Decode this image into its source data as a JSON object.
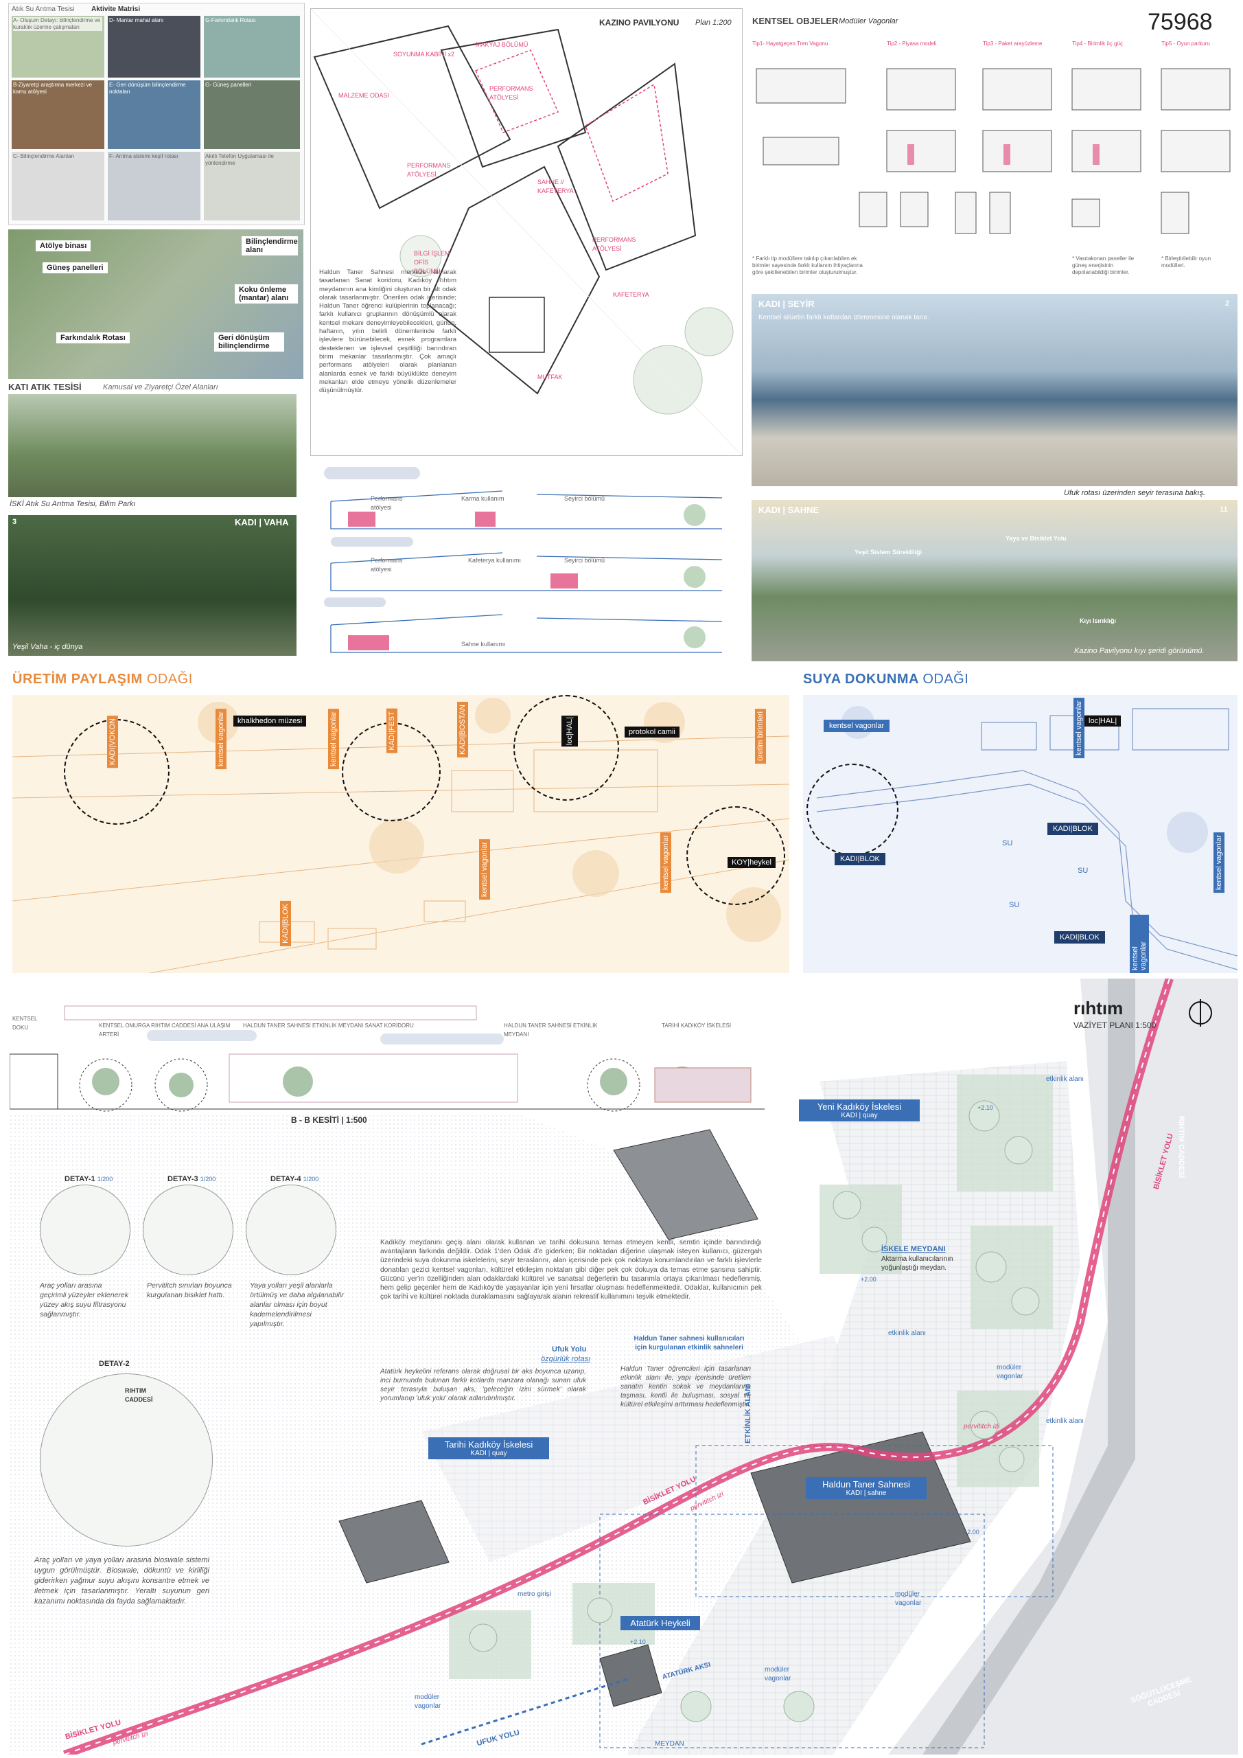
{
  "project_number": "75968",
  "activity": {
    "header_left": "Atık Su Arıtma Tesisi",
    "header_right": "Aktivite Matrisi",
    "cells": [
      "A- Oluşum Detayı: bilinçlendirme ve kuraklık üzerine çalışmaları",
      "D- Mantar mahal alanı",
      "G-Farkındalık Rotası",
      "B-Ziyaretçi araştırma merkezi ve kamu atölyesi",
      "E- Geri dönüşüm bilinçlendirme noktaları",
      "G- Güneş panelleri",
      "C- Bilinçlendirme Alanları",
      "F- Arıtma sistemi keşif rotası",
      "Akıllı Telefon Uygulaması ile yönlendirme"
    ],
    "plan_labels": [
      "Atölye binası",
      "Güneş panelleri",
      "Bilinçlendirme alanı",
      "Koku önleme (mantar) alanı",
      "Geri dönüşüm bilinçlendirme",
      "Farkındalık Rotası"
    ],
    "kati_title": "KATI ATIK TESİSİ",
    "kati_sub": "Kamusal ve Ziyaretçi Özel Alanları",
    "iski_caption": "İSKİ Atık Su Arıtma Tesisi, Bilim Parkı",
    "vaha_num": "3",
    "vaha_title": "KADI | VAHA",
    "vaha_caption": "Yeşil Vaha - iç dünya"
  },
  "pavilion": {
    "title": "KAZINO PAVILYONU",
    "scale": "Plan 1:200",
    "labels": [
      "SOYUNMA KABİNİ x2",
      "MAKYAJ BÖLÜMÜ",
      "MALZEME ODASI",
      "PERFORMANS ATÖLYESİ",
      "PERFORMANS ATÖLYESİ",
      "SAHNE // KAFETERYA",
      "PERFORMANS ATÖLYESİ",
      "KAFETERYA",
      "MUTFAK",
      "BİLGİ İŞLEM OFİS BÖLÜMÜ"
    ],
    "description": "Haldun Taner Sahnesi merkeze alınarak tasarlanan Sanat koridoru, Kadıköy Rıhtım meydanının ana kimliğini oluşturan bir alt odak olarak tasarlanmıştır. Önerilen odak içerisinde; Haldun Taner öğrenci kulüplerinin toplanacağı; farklı kullanıcı gruplarının dönüşümlü olarak kentsel mekanı deneyimleyebilecekleri, günün, haftanın, yılın belirli dönemlerinde farklı işlevlere bürünebilecek, esnek programlara desteklenen ve işlevsel çeşitliliği barındıran birim mekanlar tasarlanmıştır. Çok amaçlı performans atölyeleri olarak planlanan alanlarda esnek ve farklı büyüklükte deneyim mekanları elde etmeye yönelik düzenlemeler düşünülmüştür.",
    "section_labels": [
      "Performans atölyesi",
      "Karma kullanım",
      "Seyirci bölümü",
      "Performans atölyesi",
      "Kafeterya kullanımı",
      "Seyirci bölümü",
      "Sahne kullanımı"
    ]
  },
  "kentsel": {
    "title": "KENTSEL OBJELER",
    "sub": "Modüler Vagonlar",
    "types": [
      "Tip1- Hayatgeçen Tren Vagonu",
      "Tip2 - Piyasa modeli",
      "Tip3 - Paket arayüzleme",
      "Tip4 - Birimlik üç güç",
      "Tip5 - Oyun parkuru"
    ],
    "notes": [
      "* Farklı tip modüllere takılıp çıkarılabilen ek birimler sayesinde farklı kullanım ihtiyaçlarına göre şekillenebilen birimler oluşturulmuştur.",
      "* Vasıtakonan paneller ile güneş enerjisinin depolanabildiği birimler.",
      "* Birleştirilebilir oyun modülleri."
    ]
  },
  "seyir": {
    "title": "KADI | SEYİR",
    "num": "2",
    "sub": "Kentsel silüetin farklı kotlardan izlenmesine olanak tanır.",
    "caption": "Ufuk rotası üzerinden seyir terasına bakış."
  },
  "sahne": {
    "title": "KADI | SAHNE",
    "num": "11",
    "notes": [
      "Yeşil Sistem Sürekliliği",
      "Yaya ve Bisiklet Yolu",
      "Kıyı Isırıklığı"
    ],
    "caption": "Kazino Pavilyonu kıyı şeridi görünümü."
  },
  "uretim": {
    "title_a": "ÜRETİM PAYLAŞIM",
    "title_b": "ODAĞI",
    "tags": [
      "khalkhedon müzesi",
      "protokol camii",
      "KOY|heykel",
      "loc|HAL|"
    ],
    "vtags": [
      "KADI|VOKON",
      "kentsel vagonlar",
      "kentsel vagonlar",
      "KADI|FEST",
      "KADI|BOSTAN",
      "üretim birimleri",
      "kentsel vagonlar",
      "kentsel vagonlar",
      "KADI|BLOK"
    ]
  },
  "suya": {
    "title_a": "SUYA DOKUNMA",
    "title_b": "ODAĞI",
    "tags": [
      "kentsel vagonlar",
      "loc|HAL|",
      "KADI|BLOK",
      "KADI|BLOK",
      "KADI|BLOK"
    ],
    "vtags": [
      "kentsel vagonlar",
      "kentsel vagonlar",
      "kentsel vagonlar"
    ],
    "su": [
      "SU",
      "SU",
      "SU"
    ]
  },
  "rihtim": {
    "title": "rıhtım",
    "scale": "VAZİYET PLANI 1:500",
    "section_title": "B - B KESİTİ | 1:500",
    "section_heads": [
      "KENTSEL DOKU",
      "KENTSEL OMURGA RIHTIM CADDESİ ANA ULAŞIM ARTERİ",
      "HALDUN TANER SAHNESİ ETKİNLİK MEYDANI SANAT KORİDORU",
      "HALDUN TANER SAHNESİ ETKİNLİK MEYDANI",
      "TARİHİ KADIKÖY İSKELESİ"
    ],
    "details": [
      {
        "title": "DETAY-1",
        "scale": "1/200",
        "text": "Araç yolları arasına geçirimli yüzeyler eklenerek yüzey akış suyu filtrasyonu sağlanmıştır."
      },
      {
        "title": "DETAY-3",
        "scale": "1/200",
        "text": "Pervititch sınırları boyunca kurgulanan bisiklet hattı."
      },
      {
        "title": "DETAY-4",
        "scale": "1/200",
        "text": "Yaya yolları yeşil alanlarla örtülmüş ve daha algılanabilir alanlar olması için boyut kademelendirilmesi yapılmıştır."
      }
    ],
    "detay2_title": "DETAY-2",
    "detay2_label": "RIHTIM CADDESİ",
    "detay2_text": "Araç yolları ve yaya yolları arasına bioswale sistemi uygun görülmüştür. Bioswale, dökuntü ve kirliliği giderirken yağmur suyu akışını konsantre etmek ve iletmek için tasarlanmıştır. Yeraltı suyunun geri kazanımı noktasında da fayda sağlamaktadır.",
    "main_text": "Kadıköy meydanını geçiş alanı olarak kullanan ve tarihi dokusuna temas etmeyen kentli, semtin içinde barındırdığı avantajların farkında değildir. Odak 1'den Odak 4'e giderken; Bir noktadan diğerine ulaşmak isteyen kullanıcı, güzergah üzerindeki suya dokunma iskelelerini, seyir teraslarını, alan içerisinde pek çok noktaya konumlandırılan ve farklı işlevlerle donatılan gezici kentsel vagonları, kültürel etkileşim noktaları gibi diğer pek çok dokuya da temas etme şansına sahiptir. Gücünü yer'in özelliğinden alan odaklardaki kültürel ve sanatsal değerlerin bu tasarımla ortaya çıkarılması hedeflenmiş, hem gelip geçenler hem de Kadıköy'de yaşayanlar için yeni fırsatlar oluşması hedeflenmektedir. Odaklar, kullanıcının pek çok tarihi ve kültürel noktada duraklamasını sağlayarak alanın rekreatif kullanımını teşvik etmektedir.",
    "ufuk_title": "Ufuk Yolu",
    "ufuk_sub": "özgürlük rotası",
    "ufuk_text": "Atatürk heykelini referans olarak doğrusal bir aks boyunca uzanıp, inci burnunda bulunan farklı kotlarda manzara olanağı sunan ufuk seyir terasıyla buluşan aks, 'geleceğin izini sürmek' olarak yorumlanıp 'ufuk yolu' olarak adlandırılmıştır.",
    "haldun_title": "Haldun Taner sahnesi kullanıcıları için kurgulanan etkinlik sahneleri",
    "haldun_text": "Haldun Taner öğrencileri için tasarlanan etkinlik alanı ile, yapı içerisinde üretilen sanatın kentin sokak ve meydanlarına taşması, kentli ile buluşması, sosyal ve kültürel etkileşimi arttırması hedeflenmiştir.",
    "tags": [
      {
        "name": "Yeni Kadıköy İskelesi",
        "sub": "KADI | quay"
      },
      {
        "name": "Tarihi Kadıköy İskelesi",
        "sub": "KADI | quay"
      },
      {
        "name": "Haldun Taner Sahnesi",
        "sub": "KADI | sahne"
      },
      {
        "name": "Atatürk Heykeli",
        "sub": ""
      }
    ],
    "iskele_title": "İSKELE MEYDANI",
    "iskele_text": "Aktarma kullanıcılarının yoğunlaştığı meydan.",
    "map_labels": [
      "etkinlik alanı",
      "etkinlik alanı",
      "etkinlik alanı",
      "modüler vagonlar",
      "modüler vagonlar",
      "modüler vagonlar",
      "modüler vagonlar",
      "metro girişi",
      "MEYDAN",
      "ETKİNLİK ALANI"
    ],
    "roads": [
      "BİSİKLET YOLU",
      "pervititch izi",
      "BİSİKLET YOLU",
      "pervititch izi",
      "BİSİKLET YOLU",
      "pervititch izi",
      "UFUK YOLU",
      "ATATÜRK AKSI",
      "RIHTIM CADDESİ",
      "RIHTIM CADDESİ",
      "SÖĞÜTLÜÇEŞME CADDESİ"
    ],
    "levels": [
      "+2.10",
      "+2.00",
      "+2.00",
      "+2.10"
    ]
  },
  "colors": {
    "orange": "#e88a3c",
    "blue": "#3a6fb5",
    "pink": "#e0457b",
    "dark": "#111111"
  }
}
